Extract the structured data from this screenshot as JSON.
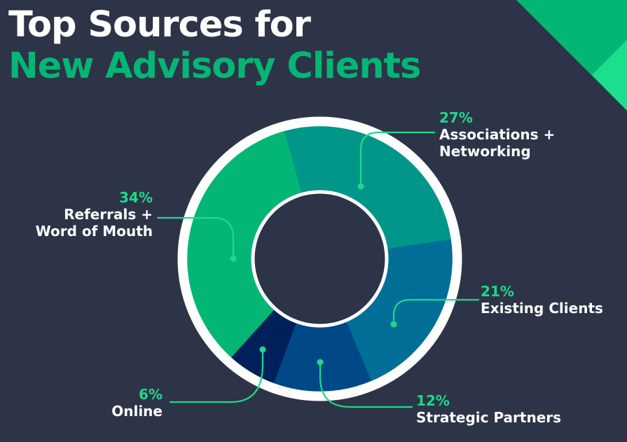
{
  "title": {
    "line1": "Top Sources for",
    "line2": "New Advisory Clients"
  },
  "colors": {
    "background": "#2d3447",
    "title_accent": "#04b675",
    "leader": "#1ed98a",
    "ring": "#ffffff",
    "corner_dark": "#04b675",
    "corner_light": "#1adf8c"
  },
  "chart_data": {
    "type": "pie",
    "style": "donut",
    "title": "Top Sources for New Advisory Clients",
    "start_angle_deg": -15.6,
    "direction": "clockwise",
    "unit": "%",
    "slices": [
      {
        "label": "Associations + Networking",
        "label_lines": [
          "Associations +",
          "Networking"
        ],
        "value": 27,
        "pct_text": "27%",
        "color": "#00968a"
      },
      {
        "label": "Existing Clients",
        "label_lines": [
          "Existing Clients"
        ],
        "value": 21,
        "pct_text": "21%",
        "color": "#006e96"
      },
      {
        "label": "Strategic Partners",
        "label_lines": [
          "Strategic Partners"
        ],
        "value": 12,
        "pct_text": "12%",
        "color": "#004886"
      },
      {
        "label": "Online",
        "label_lines": [
          "Online"
        ],
        "value": 6,
        "pct_text": "6%",
        "color": "#00205c"
      },
      {
        "label": "Referrals + Word of Mouth",
        "label_lines": [
          "Referrals +",
          "Word of Mouth"
        ],
        "value": 34,
        "pct_text": "34%",
        "color": "#04b675"
      }
    ]
  }
}
